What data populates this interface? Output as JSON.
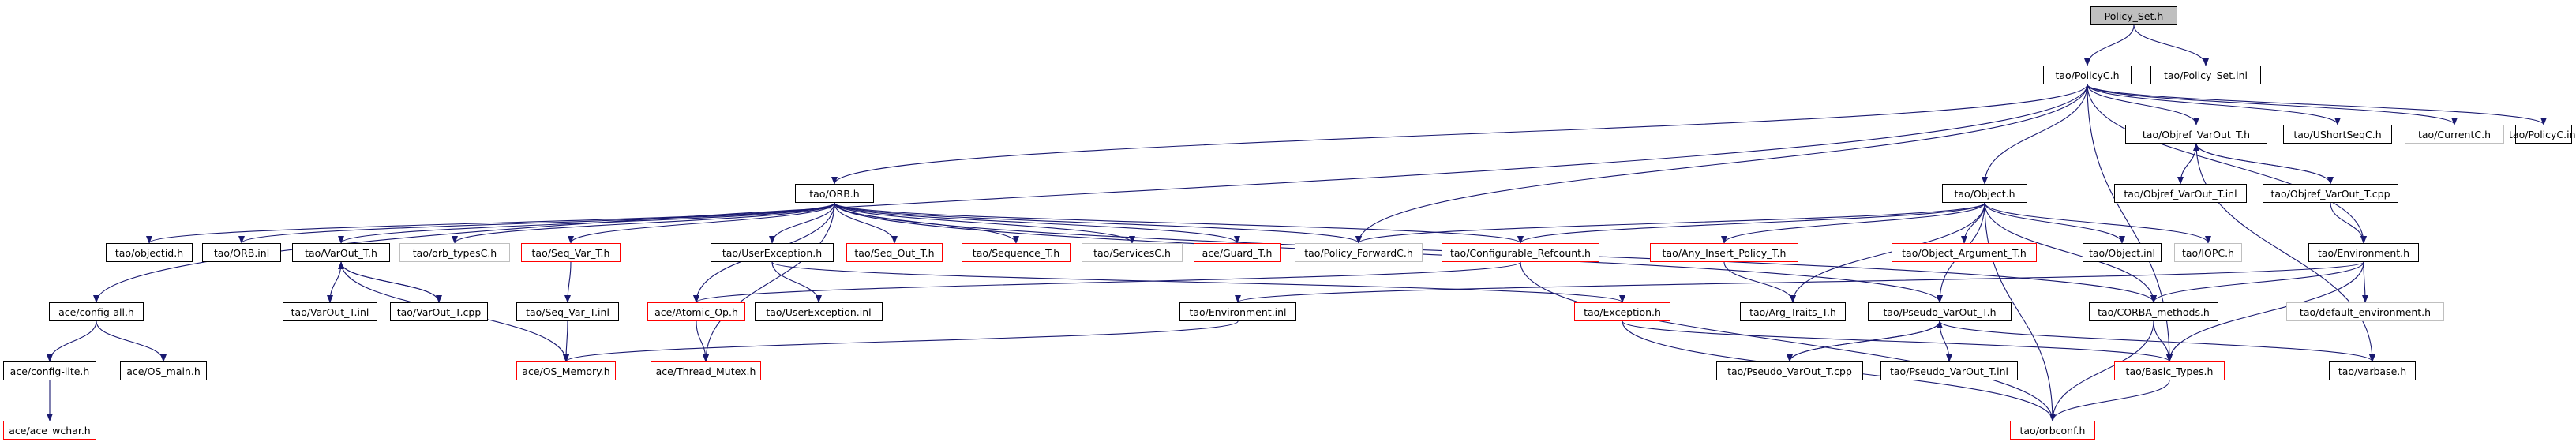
{
  "diagram": {
    "root": "Policy_Set.h",
    "nodes": [
      {
        "id": "n_root",
        "label": "Policy_Set.h",
        "style": "root"
      },
      {
        "id": "n_policyc_h",
        "label": "tao/PolicyC.h",
        "style": "normal"
      },
      {
        "id": "n_policy_set_inl",
        "label": "tao/Policy_Set.inl",
        "style": "normal"
      },
      {
        "id": "n_orb_h",
        "label": "tao/ORB.h",
        "style": "normal"
      },
      {
        "id": "n_object_h",
        "label": "tao/Object.h",
        "style": "normal"
      },
      {
        "id": "n_objref_varout_t_h",
        "label": "tao/Objref_VarOut_T.h",
        "style": "normal"
      },
      {
        "id": "n_ushortseqc_h",
        "label": "tao/UShortSeqC.h",
        "style": "normal"
      },
      {
        "id": "n_currentc_h",
        "label": "tao/CurrentC.h",
        "style": "grey"
      },
      {
        "id": "n_policyc_inl",
        "label": "tao/PolicyC.inl",
        "style": "normal"
      },
      {
        "id": "n_objectid_h",
        "label": "tao/objectid.h",
        "style": "normal"
      },
      {
        "id": "n_orb_inl",
        "label": "tao/ORB.inl",
        "style": "normal"
      },
      {
        "id": "n_varout_t_h",
        "label": "tao/VarOut_T.h",
        "style": "normal"
      },
      {
        "id": "n_orb_typesc_h",
        "label": "tao/orb_typesC.h",
        "style": "grey"
      },
      {
        "id": "n_seq_var_t_h",
        "label": "tao/Seq_Var_T.h",
        "style": "red"
      },
      {
        "id": "n_userexception_h",
        "label": "tao/UserException.h",
        "style": "normal"
      },
      {
        "id": "n_seq_out_t_h",
        "label": "tao/Seq_Out_T.h",
        "style": "red"
      },
      {
        "id": "n_sequence_t_h",
        "label": "tao/Sequence_T.h",
        "style": "red"
      },
      {
        "id": "n_servicesc_h",
        "label": "tao/ServicesC.h",
        "style": "grey"
      },
      {
        "id": "n_guard_t_h",
        "label": "ace/Guard_T.h",
        "style": "red"
      },
      {
        "id": "n_policy_forwardc_h",
        "label": "tao/Policy_ForwardC.h",
        "style": "grey"
      },
      {
        "id": "n_configurable_refcount_h",
        "label": "tao/Configurable_Refcount.h",
        "style": "red"
      },
      {
        "id": "n_any_insert_policy_t_h",
        "label": "tao/Any_Insert_Policy_T.h",
        "style": "red"
      },
      {
        "id": "n_object_argument_t_h",
        "label": "tao/Object_Argument_T.h",
        "style": "red"
      },
      {
        "id": "n_object_inl",
        "label": "tao/Object.inl",
        "style": "normal"
      },
      {
        "id": "n_iopc_h",
        "label": "tao/IOPC.h",
        "style": "grey"
      },
      {
        "id": "n_objref_varout_t_inl",
        "label": "tao/Objref_VarOut_T.inl",
        "style": "normal"
      },
      {
        "id": "n_objref_varout_t_cpp",
        "label": "tao/Objref_VarOut_T.cpp",
        "style": "normal"
      },
      {
        "id": "n_environment_h",
        "label": "tao/Environment.h",
        "style": "normal"
      },
      {
        "id": "n_config_all_h",
        "label": "ace/config-all.h",
        "style": "normal"
      },
      {
        "id": "n_config_lite_h",
        "label": "ace/config-lite.h",
        "style": "normal"
      },
      {
        "id": "n_os_main_h",
        "label": "ace/OS_main.h",
        "style": "normal"
      },
      {
        "id": "n_ace_wchar_h",
        "label": "ace/ace_wchar.h",
        "style": "red"
      },
      {
        "id": "n_varout_t_inl",
        "label": "tao/VarOut_T.inl",
        "style": "normal"
      },
      {
        "id": "n_varout_t_cpp",
        "label": "tao/VarOut_T.cpp",
        "style": "normal"
      },
      {
        "id": "n_seq_var_t_inl",
        "label": "tao/Seq_Var_T.inl",
        "style": "normal"
      },
      {
        "id": "n_atomic_op_h",
        "label": "ace/Atomic_Op.h",
        "style": "red"
      },
      {
        "id": "n_userexception_inl",
        "label": "tao/UserException.inl",
        "style": "normal"
      },
      {
        "id": "n_os_memory_h",
        "label": "ace/OS_Memory.h",
        "style": "red"
      },
      {
        "id": "n_thread_mutex_h",
        "label": "ace/Thread_Mutex.h",
        "style": "red"
      },
      {
        "id": "n_environment_inl",
        "label": "tao/Environment.inl",
        "style": "normal"
      },
      {
        "id": "n_exception_h",
        "label": "tao/Exception.h",
        "style": "red"
      },
      {
        "id": "n_arg_traits_t_h",
        "label": "tao/Arg_Traits_T.h",
        "style": "normal"
      },
      {
        "id": "n_pseudo_varout_t_h",
        "label": "tao/Pseudo_VarOut_T.h",
        "style": "normal"
      },
      {
        "id": "n_corba_methods_h",
        "label": "tao/CORBA_methods.h",
        "style": "normal"
      },
      {
        "id": "n_default_environment_h",
        "label": "tao/default_environment.h",
        "style": "grey"
      },
      {
        "id": "n_pseudo_varout_t_cpp",
        "label": "tao/Pseudo_VarOut_T.cpp",
        "style": "normal"
      },
      {
        "id": "n_pseudo_varout_t_inl",
        "label": "tao/Pseudo_VarOut_T.inl",
        "style": "normal"
      },
      {
        "id": "n_basic_types_h",
        "label": "tao/Basic_Types.h",
        "style": "red"
      },
      {
        "id": "n_varbase_h",
        "label": "tao/varbase.h",
        "style": "normal"
      },
      {
        "id": "n_orbconf_h",
        "label": "tao/orbconf.h",
        "style": "red"
      }
    ],
    "edges": [
      [
        "n_root",
        "n_policyc_h"
      ],
      [
        "n_root",
        "n_policy_set_inl"
      ],
      [
        "n_policyc_h",
        "n_orb_h"
      ],
      [
        "n_policyc_h",
        "n_object_h"
      ],
      [
        "n_policyc_h",
        "n_objref_varout_t_h"
      ],
      [
        "n_policyc_h",
        "n_ushortseqc_h"
      ],
      [
        "n_policyc_h",
        "n_currentc_h"
      ],
      [
        "n_policyc_h",
        "n_policyc_inl"
      ],
      [
        "n_policyc_h",
        "n_config_all_h"
      ],
      [
        "n_policyc_h",
        "n_policy_forwardc_h"
      ],
      [
        "n_policyc_h",
        "n_environment_h"
      ],
      [
        "n_policyc_h",
        "n_basic_types_h"
      ],
      [
        "n_orb_h",
        "n_objectid_h"
      ],
      [
        "n_orb_h",
        "n_orb_inl"
      ],
      [
        "n_orb_h",
        "n_varout_t_h"
      ],
      [
        "n_orb_h",
        "n_orb_typesc_h"
      ],
      [
        "n_orb_h",
        "n_seq_var_t_h"
      ],
      [
        "n_orb_h",
        "n_userexception_h"
      ],
      [
        "n_orb_h",
        "n_seq_out_t_h"
      ],
      [
        "n_orb_h",
        "n_sequence_t_h"
      ],
      [
        "n_orb_h",
        "n_servicesc_h"
      ],
      [
        "n_orb_h",
        "n_guard_t_h"
      ],
      [
        "n_orb_h",
        "n_policy_forwardc_h"
      ],
      [
        "n_orb_h",
        "n_configurable_refcount_h"
      ],
      [
        "n_orb_h",
        "n_atomic_op_h"
      ],
      [
        "n_orb_h",
        "n_thread_mutex_h"
      ],
      [
        "n_orb_h",
        "n_corba_methods_h"
      ],
      [
        "n_orb_h",
        "n_pseudo_varout_t_h"
      ],
      [
        "n_object_h",
        "n_policy_forwardc_h"
      ],
      [
        "n_object_h",
        "n_configurable_refcount_h"
      ],
      [
        "n_object_h",
        "n_any_insert_policy_t_h"
      ],
      [
        "n_object_h",
        "n_object_argument_t_h"
      ],
      [
        "n_object_h",
        "n_object_inl"
      ],
      [
        "n_object_h",
        "n_iopc_h"
      ],
      [
        "n_object_h",
        "n_arg_traits_t_h"
      ],
      [
        "n_object_h",
        "n_pseudo_varout_t_h"
      ],
      [
        "n_object_h",
        "n_corba_methods_h"
      ],
      [
        "n_object_h",
        "n_orbconf_h"
      ],
      [
        "n_objref_varout_t_h",
        "n_objref_varout_t_inl"
      ],
      [
        "n_objref_varout_t_h",
        "n_objref_varout_t_cpp"
      ],
      [
        "n_objref_varout_t_cpp",
        "n_objref_varout_t_h"
      ],
      [
        "n_objref_varout_t_h",
        "n_varbase_h"
      ],
      [
        "n_environment_h",
        "n_environment_inl"
      ],
      [
        "n_environment_h",
        "n_default_environment_h"
      ],
      [
        "n_environment_h",
        "n_corba_methods_h"
      ],
      [
        "n_environment_h",
        "n_basic_types_h"
      ],
      [
        "n_objref_varout_t_cpp",
        "n_environment_h"
      ],
      [
        "n_config_all_h",
        "n_config_lite_h"
      ],
      [
        "n_config_all_h",
        "n_os_main_h"
      ],
      [
        "n_config_lite_h",
        "n_ace_wchar_h"
      ],
      [
        "n_varout_t_h",
        "n_varout_t_inl"
      ],
      [
        "n_varout_t_h",
        "n_varout_t_cpp"
      ],
      [
        "n_varout_t_cpp",
        "n_varout_t_h"
      ],
      [
        "n_varout_t_h",
        "n_os_memory_h"
      ],
      [
        "n_seq_var_t_h",
        "n_seq_var_t_inl"
      ],
      [
        "n_seq_var_t_inl",
        "n_os_memory_h"
      ],
      [
        "n_userexception_h",
        "n_userexception_inl"
      ],
      [
        "n_userexception_h",
        "n_exception_h"
      ],
      [
        "n_configurable_refcount_h",
        "n_atomic_op_h"
      ],
      [
        "n_configurable_refcount_h",
        "n_orbconf_h"
      ],
      [
        "n_atomic_op_h",
        "n_thread_mutex_h"
      ],
      [
        "n_any_insert_policy_t_h",
        "n_arg_traits_t_h"
      ],
      [
        "n_environment_inl",
        "n_os_memory_h"
      ],
      [
        "n_exception_h",
        "n_basic_types_h"
      ],
      [
        "n_exception_h",
        "n_orbconf_h"
      ],
      [
        "n_pseudo_varout_t_h",
        "n_pseudo_varout_t_cpp"
      ],
      [
        "n_pseudo_varout_t_cpp",
        "n_pseudo_varout_t_h"
      ],
      [
        "n_pseudo_varout_t_h",
        "n_pseudo_varout_t_inl"
      ],
      [
        "n_pseudo_varout_t_h",
        "n_varbase_h"
      ],
      [
        "n_corba_methods_h",
        "n_basic_types_h"
      ],
      [
        "n_corba_methods_h",
        "n_orbconf_h"
      ],
      [
        "n_basic_types_h",
        "n_orbconf_h"
      ]
    ]
  },
  "colors": {
    "edge": "#191970",
    "normal_border": "#000000",
    "missing_border": "#ff0000",
    "external_border": "#bfbfbf",
    "root_fill": "#bfbfbf"
  }
}
